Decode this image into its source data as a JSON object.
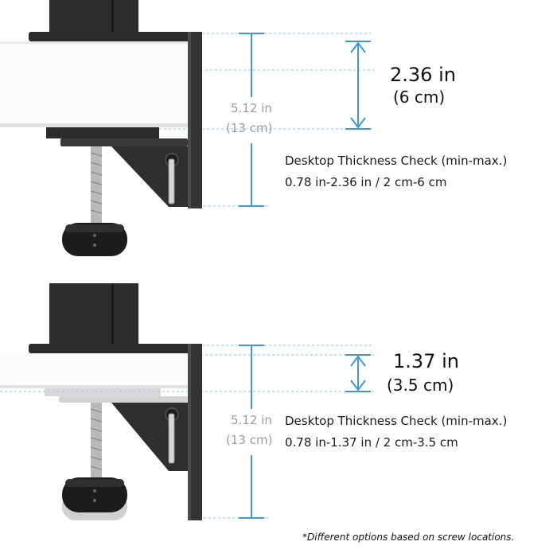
{
  "panels": [
    {
      "thickness_in": "2.36 in",
      "thickness_cm": "(6 cm)",
      "overall_in": "5.12 in",
      "overall_cm": "(13 cm)",
      "check_title": "Desktop Thickness Check (min-max.)",
      "check_range": "0.78 in-2.36 in / 2 cm-6 cm"
    },
    {
      "thickness_in": "1.37 in",
      "thickness_cm": "(3.5 cm)",
      "overall_in": "5.12 in",
      "overall_cm": "(13 cm)",
      "check_title": "Desktop Thickness Check (min-max.)",
      "check_range": "0.78 in-1.37 in / 2 cm-3.5 cm"
    }
  ],
  "footnote": "*Different options based on screw locations.",
  "colors": {
    "dimension_line": "#3d98d3",
    "clamp_dark": "#2b2b2b",
    "clamp_mid": "#3a3a3a",
    "desk_edge": "#e0e0e0",
    "guide_dash": "#8ec4e6"
  }
}
